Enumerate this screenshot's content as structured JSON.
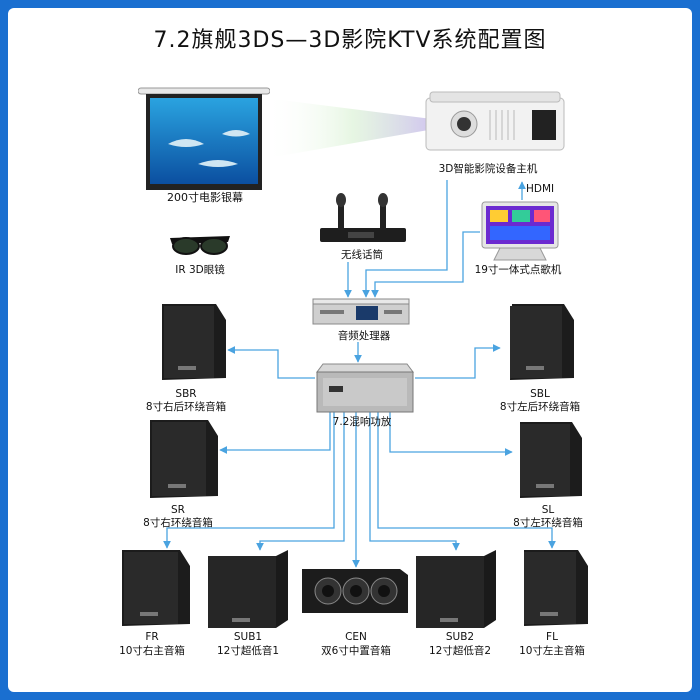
{
  "title": "7.2旗舰3DS—3D影院KTV系统配置图",
  "colors": {
    "border": "#1a6fd0",
    "wire": "#4aa3e0",
    "speaker": "#1c1c1c"
  },
  "nodes": {
    "screen": {
      "label": "200寸电影银幕"
    },
    "glasses": {
      "label": "IR 3D眼镜"
    },
    "projector_host": {
      "label": "3D智能影院设备主机"
    },
    "hdmi": {
      "label": "HDMI"
    },
    "mic": {
      "label": "无线话筒"
    },
    "touch": {
      "label": "19寸一体式点歌机"
    },
    "processor": {
      "label": "音频处理器"
    },
    "amp": {
      "label": "7.2混响功放"
    },
    "sbr": {
      "code": "SBR",
      "label": "8寸右后环绕音箱"
    },
    "sbl": {
      "code": "SBL",
      "label": "8寸左后环绕音箱"
    },
    "sr": {
      "code": "SR",
      "label": "8寸右环绕音箱"
    },
    "sl": {
      "code": "SL",
      "label": "8寸左环绕音箱"
    },
    "fr": {
      "code": "FR",
      "label": "10寸右主音箱"
    },
    "sub1": {
      "code": "SUB1",
      "label": "12寸超低音1"
    },
    "cen": {
      "code": "CEN",
      "label": "双6寸中置音箱"
    },
    "sub2": {
      "code": "SUB2",
      "label": "12寸超低音2"
    },
    "fl": {
      "code": "FL",
      "label": "10寸左主音箱"
    }
  }
}
